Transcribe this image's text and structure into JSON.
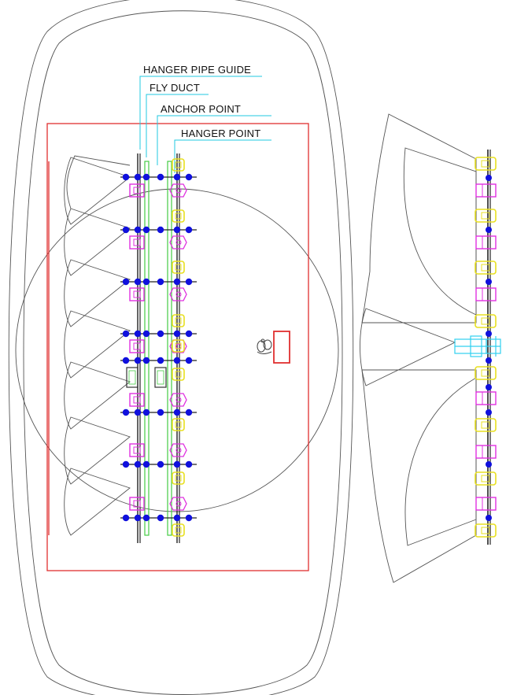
{
  "labels": {
    "hanger_pipe_guide": "HANGER PIPE GUIDE",
    "fly_duct": "FLY DUCT",
    "anchor_point": "ANCHOR POINT",
    "hanger_point": "HANGER POINT"
  },
  "colors": {
    "outline": "#555555",
    "frame": "#e03030",
    "pipe": "#222222",
    "duct": "#44cc44",
    "anchor": "#1010dd",
    "hanger_magenta": "#e030e0",
    "hanger_yellow": "#e8e020",
    "leader": "#22c8e0",
    "motor": "#30d0f0",
    "panel": "#333333"
  }
}
